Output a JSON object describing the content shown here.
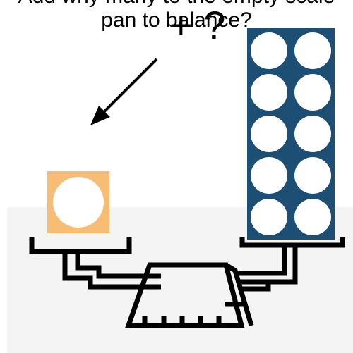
{
  "header": {
    "partial_text": "Add why many to the empty scale pan to balance?"
  },
  "prompt": {
    "text": "+ ?"
  },
  "left_pan": {
    "block_color": "#F8BD75",
    "dot_count": 1
  },
  "right_pan": {
    "block_color": "#1D4E73",
    "dot_count": 10,
    "columns": 2
  },
  "colors": {
    "floor": "#F4F4F4",
    "dot": "#FFFFFF",
    "line": "#000000"
  },
  "icons": {
    "arrow": "arrow-down-left-icon",
    "scale": "balance-scale-icon"
  }
}
